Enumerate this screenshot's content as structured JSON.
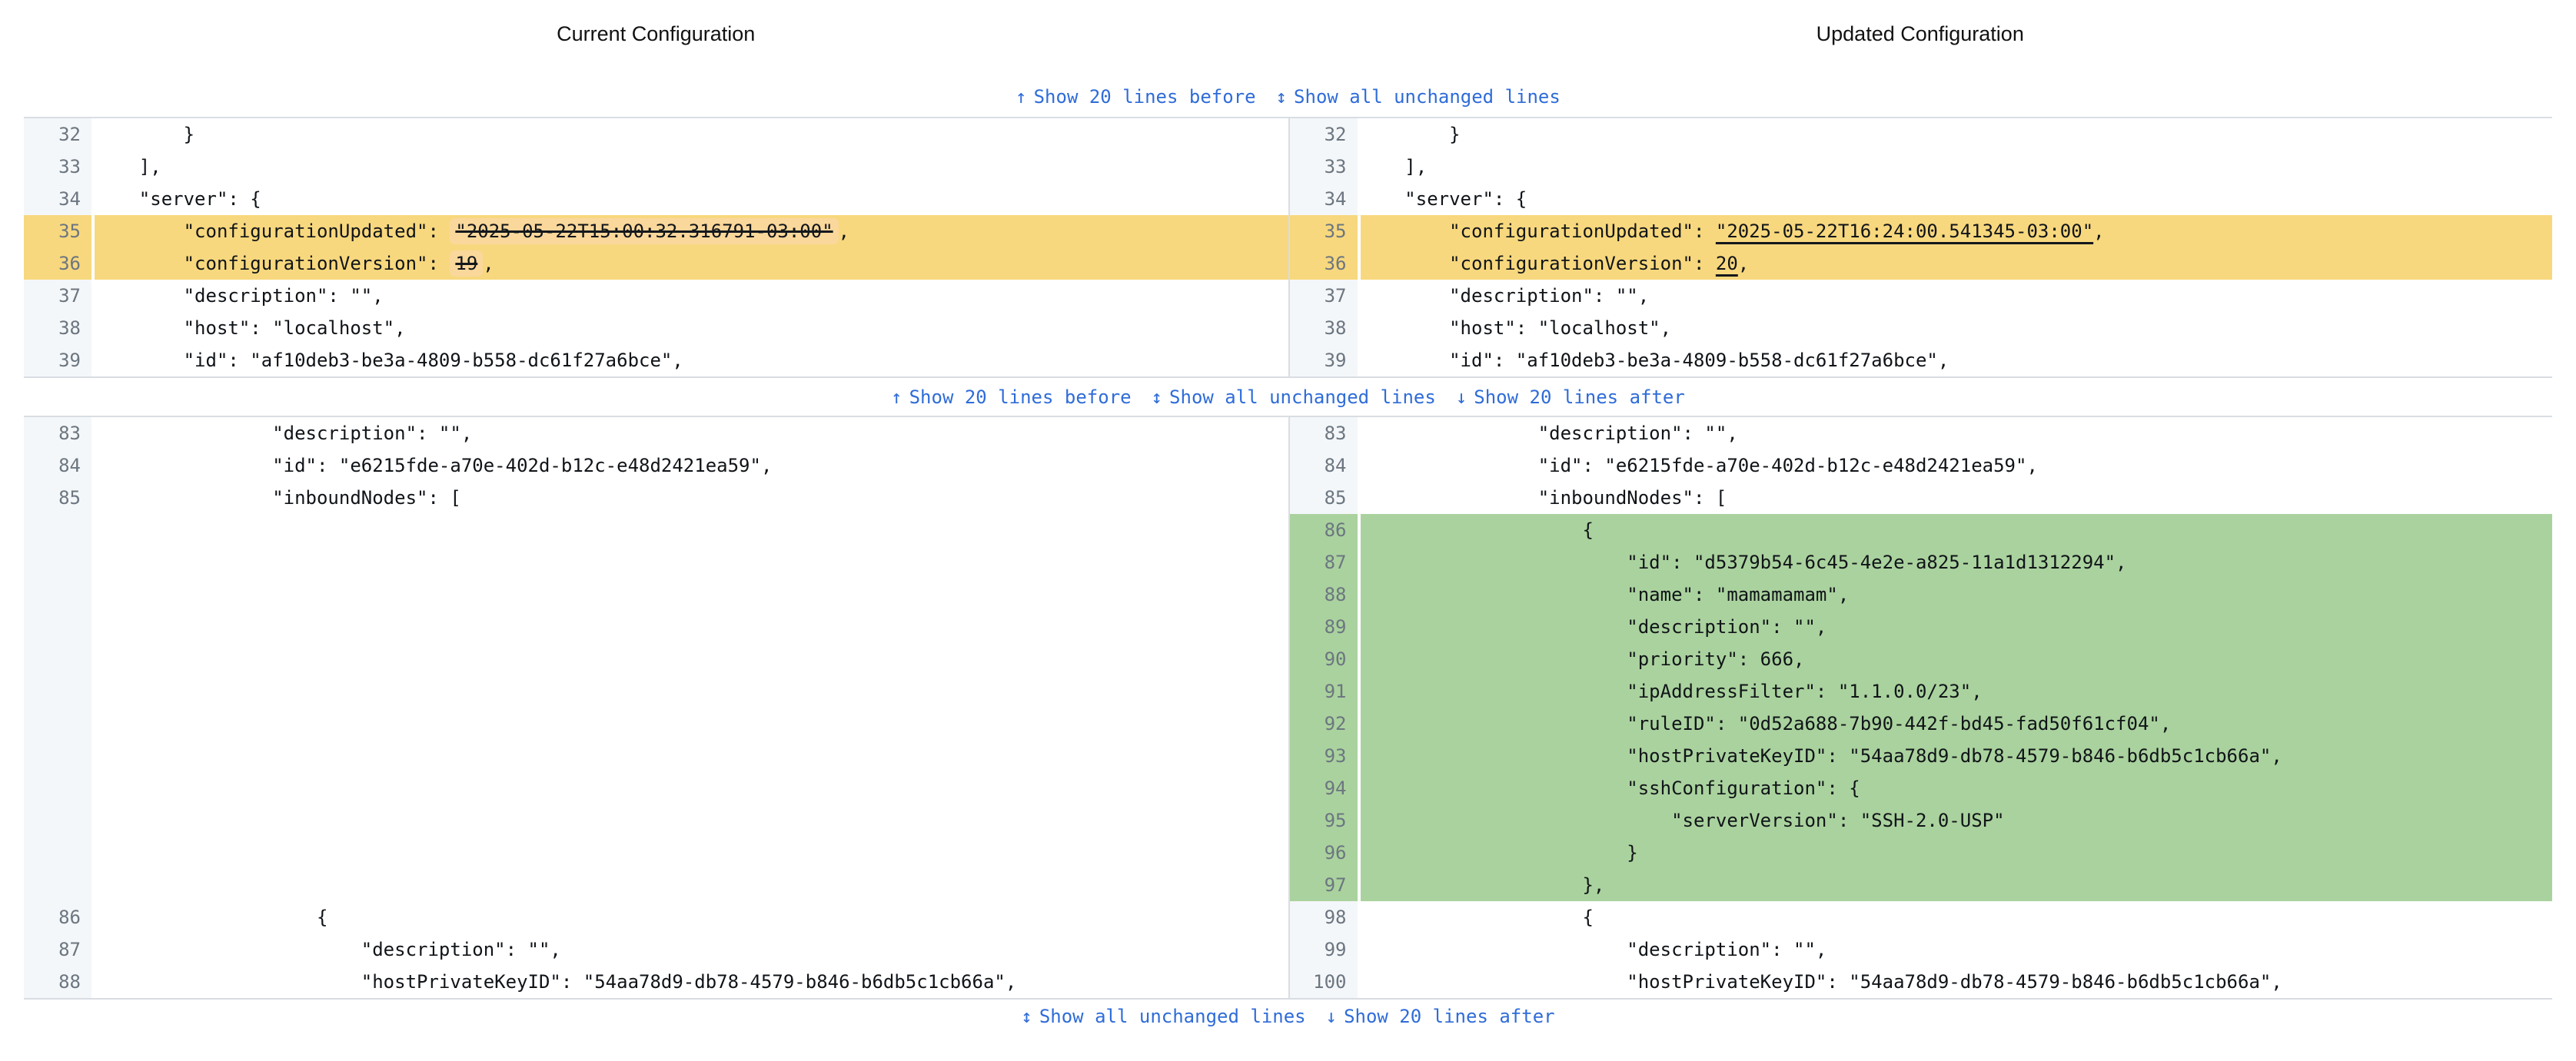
{
  "titles": {
    "left": "Current Configuration",
    "right": "Updated Configuration"
  },
  "colors": {
    "link_blue": "#2f6cd8",
    "border_gray": "#d9dde3",
    "gutter_bg": "#f4f7f9",
    "changed_row_yellow": "#f8d87e",
    "removed_word_yellow": "#fad79b",
    "added_row_green": "#aad29e",
    "line_number_gray": "#6c7680",
    "code_text": "#101418"
  },
  "expanders": {
    "top": [
      {
        "name": "show-20-lines-before",
        "icon": "↑",
        "icon_name": "arrow-up-icon",
        "label": "Show 20 lines before"
      },
      {
        "name": "show-all-unchanged-lines",
        "icon": "↕",
        "icon_name": "arrow-up-down-icon",
        "label": "Show all unchanged lines"
      }
    ],
    "middle": [
      {
        "name": "show-20-lines-before",
        "icon": "↑",
        "icon_name": "arrow-up-icon",
        "label": "Show 20 lines before"
      },
      {
        "name": "show-all-unchanged-lines",
        "icon": "↕",
        "icon_name": "arrow-up-down-icon",
        "label": "Show all unchanged lines"
      },
      {
        "name": "show-20-lines-after",
        "icon": "↓",
        "icon_name": "arrow-down-icon",
        "label": "Show 20 lines after"
      }
    ],
    "bottom": [
      {
        "name": "show-all-unchanged-lines",
        "icon": "↕",
        "icon_name": "arrow-up-down-icon",
        "label": "Show all unchanged lines"
      },
      {
        "name": "show-20-lines-after",
        "icon": "↓",
        "icon_name": "arrow-down-icon",
        "label": "Show 20 lines after"
      }
    ]
  },
  "blocks": [
    {
      "rows": [
        {
          "l": {
            "n": "32",
            "v": "ctx",
            "s": [
              {
                "t": "        }"
              }
            ]
          },
          "r": {
            "n": "32",
            "v": "ctx",
            "s": [
              {
                "t": "        }"
              }
            ]
          }
        },
        {
          "l": {
            "n": "33",
            "v": "ctx",
            "s": [
              {
                "t": "    ],"
              }
            ]
          },
          "r": {
            "n": "33",
            "v": "ctx",
            "s": [
              {
                "t": "    ],"
              }
            ]
          }
        },
        {
          "l": {
            "n": "34",
            "v": "ctx",
            "s": [
              {
                "t": "    \"server\": {"
              }
            ]
          },
          "r": {
            "n": "34",
            "v": "ctx",
            "s": [
              {
                "t": "    \"server\": {"
              }
            ]
          }
        },
        {
          "l": {
            "n": "35",
            "v": "chg",
            "s": [
              {
                "t": "        \"configurationUpdated\": "
              },
              {
                "t": "\"2025-05-22T15:00:32.316791-03:00\"",
                "m": "del"
              },
              {
                "t": ","
              }
            ]
          },
          "r": {
            "n": "35",
            "v": "chg",
            "s": [
              {
                "t": "        \"configurationUpdated\": "
              },
              {
                "t": "\"2025-05-22T16:24:00.541345-03:00\"",
                "m": "ins"
              },
              {
                "t": ","
              }
            ]
          }
        },
        {
          "l": {
            "n": "36",
            "v": "chg",
            "s": [
              {
                "t": "        \"configurationVersion\": "
              },
              {
                "t": "19",
                "m": "del"
              },
              {
                "t": ","
              }
            ]
          },
          "r": {
            "n": "36",
            "v": "chg",
            "s": [
              {
                "t": "        \"configurationVersion\": "
              },
              {
                "t": "20",
                "m": "ins"
              },
              {
                "t": ","
              }
            ]
          }
        },
        {
          "l": {
            "n": "37",
            "v": "ctx",
            "s": [
              {
                "t": "        \"description\": \"\","
              }
            ]
          },
          "r": {
            "n": "37",
            "v": "ctx",
            "s": [
              {
                "t": "        \"description\": \"\","
              }
            ]
          }
        },
        {
          "l": {
            "n": "38",
            "v": "ctx",
            "s": [
              {
                "t": "        \"host\": \"localhost\","
              }
            ]
          },
          "r": {
            "n": "38",
            "v": "ctx",
            "s": [
              {
                "t": "        \"host\": \"localhost\","
              }
            ]
          }
        },
        {
          "l": {
            "n": "39",
            "v": "ctx",
            "s": [
              {
                "t": "        \"id\": \"af10deb3-be3a-4809-b558-dc61f27a6bce\","
              }
            ]
          },
          "r": {
            "n": "39",
            "v": "ctx",
            "s": [
              {
                "t": "        \"id\": \"af10deb3-be3a-4809-b558-dc61f27a6bce\","
              }
            ]
          }
        }
      ]
    },
    {
      "rows": [
        {
          "l": {
            "n": "83",
            "v": "ctx",
            "s": [
              {
                "t": "                \"description\": \"\","
              }
            ]
          },
          "r": {
            "n": "83",
            "v": "ctx",
            "s": [
              {
                "t": "                \"description\": \"\","
              }
            ]
          }
        },
        {
          "l": {
            "n": "84",
            "v": "ctx",
            "s": [
              {
                "t": "                \"id\": \"e6215fde-a70e-402d-b12c-e48d2421ea59\","
              }
            ]
          },
          "r": {
            "n": "84",
            "v": "ctx",
            "s": [
              {
                "t": "                \"id\": \"e6215fde-a70e-402d-b12c-e48d2421ea59\","
              }
            ]
          }
        },
        {
          "l": {
            "n": "85",
            "v": "ctx",
            "s": [
              {
                "t": "                \"inboundNodes\": ["
              }
            ]
          },
          "r": {
            "n": "85",
            "v": "ctx",
            "s": [
              {
                "t": "                \"inboundNodes\": ["
              }
            ]
          }
        },
        {
          "l": {
            "n": "",
            "v": "emp",
            "s": []
          },
          "r": {
            "n": "86",
            "v": "add",
            "s": [
              {
                "t": "                    {"
              }
            ]
          }
        },
        {
          "l": {
            "n": "",
            "v": "emp",
            "s": []
          },
          "r": {
            "n": "87",
            "v": "add",
            "s": [
              {
                "t": "                        \"id\": \"d5379b54-6c45-4e2e-a825-11a1d1312294\","
              }
            ]
          }
        },
        {
          "l": {
            "n": "",
            "v": "emp",
            "s": []
          },
          "r": {
            "n": "88",
            "v": "add",
            "s": [
              {
                "t": "                        \"name\": \"mamamamam\","
              }
            ]
          }
        },
        {
          "l": {
            "n": "",
            "v": "emp",
            "s": []
          },
          "r": {
            "n": "89",
            "v": "add",
            "s": [
              {
                "t": "                        \"description\": \"\","
              }
            ]
          }
        },
        {
          "l": {
            "n": "",
            "v": "emp",
            "s": []
          },
          "r": {
            "n": "90",
            "v": "add",
            "s": [
              {
                "t": "                        \"priority\": 666,"
              }
            ]
          }
        },
        {
          "l": {
            "n": "",
            "v": "emp",
            "s": []
          },
          "r": {
            "n": "91",
            "v": "add",
            "s": [
              {
                "t": "                        \"ipAddressFilter\": \"1.1.0.0/23\","
              }
            ]
          }
        },
        {
          "l": {
            "n": "",
            "v": "emp",
            "s": []
          },
          "r": {
            "n": "92",
            "v": "add",
            "s": [
              {
                "t": "                        \"ruleID\": \"0d52a688-7b90-442f-bd45-fad50f61cf04\","
              }
            ]
          }
        },
        {
          "l": {
            "n": "",
            "v": "emp",
            "s": []
          },
          "r": {
            "n": "93",
            "v": "add",
            "s": [
              {
                "t": "                        \"hostPrivateKeyID\": \"54aa78d9-db78-4579-b846-b6db5c1cb66a\","
              }
            ]
          }
        },
        {
          "l": {
            "n": "",
            "v": "emp",
            "s": []
          },
          "r": {
            "n": "94",
            "v": "add",
            "s": [
              {
                "t": "                        \"sshConfiguration\": {"
              }
            ]
          }
        },
        {
          "l": {
            "n": "",
            "v": "emp",
            "s": []
          },
          "r": {
            "n": "95",
            "v": "add",
            "s": [
              {
                "t": "                            \"serverVersion\": \"SSH-2.0-USP\""
              }
            ]
          }
        },
        {
          "l": {
            "n": "",
            "v": "emp",
            "s": []
          },
          "r": {
            "n": "96",
            "v": "add",
            "s": [
              {
                "t": "                        }"
              }
            ]
          }
        },
        {
          "l": {
            "n": "",
            "v": "emp",
            "s": []
          },
          "r": {
            "n": "97",
            "v": "add",
            "s": [
              {
                "t": "                    },"
              }
            ]
          }
        },
        {
          "l": {
            "n": "86",
            "v": "ctx",
            "s": [
              {
                "t": "                    {"
              }
            ]
          },
          "r": {
            "n": "98",
            "v": "ctx",
            "s": [
              {
                "t": "                    {"
              }
            ]
          }
        },
        {
          "l": {
            "n": "87",
            "v": "ctx",
            "s": [
              {
                "t": "                        \"description\": \"\","
              }
            ]
          },
          "r": {
            "n": "99",
            "v": "ctx",
            "s": [
              {
                "t": "                        \"description\": \"\","
              }
            ]
          }
        },
        {
          "l": {
            "n": "88",
            "v": "ctx",
            "s": [
              {
                "t": "                        \"hostPrivateKeyID\": \"54aa78d9-db78-4579-b846-b6db5c1cb66a\","
              }
            ]
          },
          "r": {
            "n": "100",
            "v": "ctx",
            "s": [
              {
                "t": "                        \"hostPrivateKeyID\": \"54aa78d9-db78-4579-b846-b6db5c1cb66a\","
              }
            ]
          }
        }
      ]
    }
  ]
}
